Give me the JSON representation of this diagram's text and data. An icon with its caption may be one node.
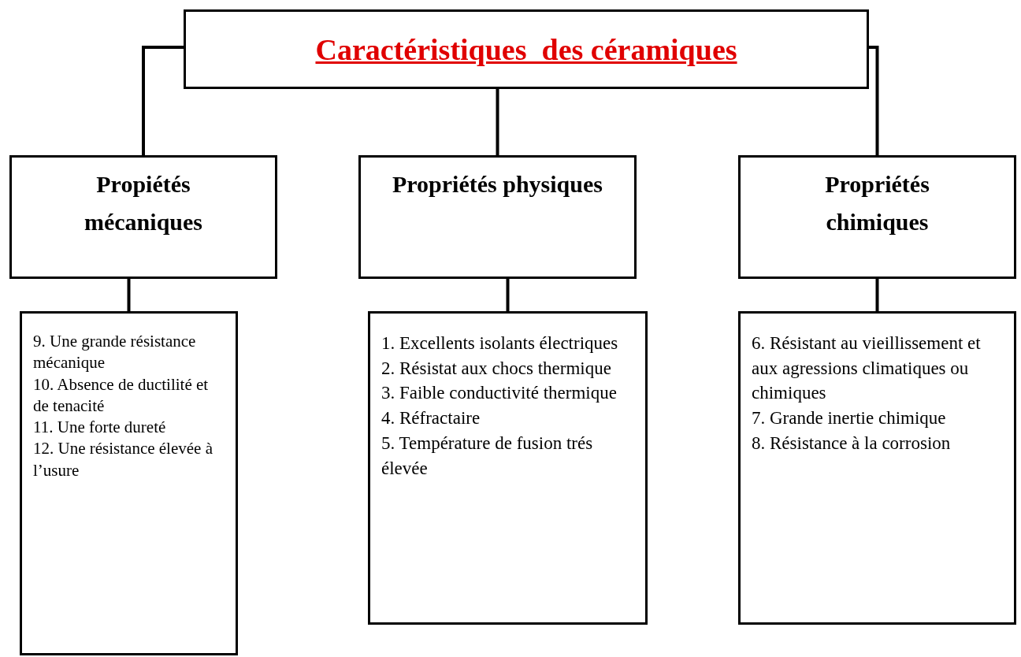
{
  "diagram": {
    "nodes": [
      {
        "text": [
          "Caractéristiques  des céramiques"
        ]
      },
      {
        "text": [
          "Propiétés mécaniques"
        ]
      },
      {
        "text": [
          "Propriétés physiques"
        ]
      },
      {
        "text": [
          "Propriétés chimiques"
        ]
      },
      {
        "text": [
          "9. Une grande résistance mécanique",
          "10. Absence de ductilité et de tenacité",
          "11. Une forte dureté",
          "12. Une résistance élevée à l’usure"
        ]
      },
      {
        "text": [
          "1. Excellents isolants électriques",
          "2. Résistat aux chocs thermique",
          "3. Faible conductivité thermique",
          "4. Réfractaire",
          "5. Température de fusion trés élevée"
        ]
      },
      {
        "text": [
          "6. Résistant au vieillissement et aux agressions climatiques ou chimiques",
          "7. Grande inertie chimique",
          "8. Résistance à la corrosion"
        ]
      }
    ],
    "edges": [
      {
        "from": 0,
        "to": 1,
        "arrow": "none"
      },
      {
        "from": 0,
        "to": 2,
        "arrow": "none"
      },
      {
        "from": 0,
        "to": 3,
        "arrow": "none"
      },
      {
        "from": 1,
        "to": 4,
        "arrow": "none"
      },
      {
        "from": 2,
        "to": 5,
        "arrow": "none"
      },
      {
        "from": 3,
        "to": 6,
        "arrow": "none"
      }
    ]
  }
}
